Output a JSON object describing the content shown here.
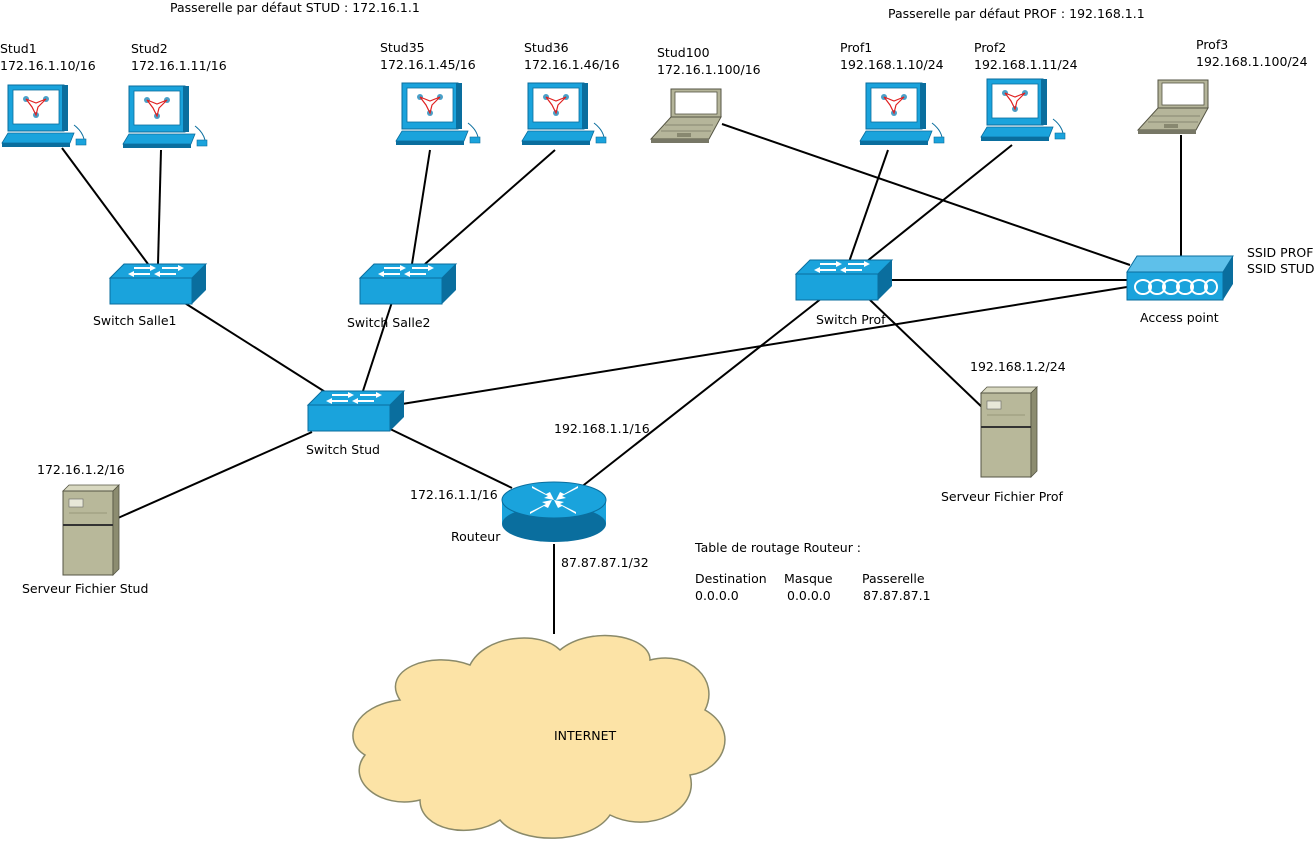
{
  "captions": {
    "gateway_stud": "Passerelle par défaut STUD : 172.16.1.1",
    "gateway_prof": "Passerelle par défaut PROF : 192.168.1.1"
  },
  "hosts": {
    "stud1": {
      "name": "Stud1",
      "ip": "172.16.1.10/16"
    },
    "stud2": {
      "name": "Stud2",
      "ip": "172.16.1.11/16"
    },
    "stud35": {
      "name": "Stud35",
      "ip": "172.16.1.45/16"
    },
    "stud36": {
      "name": "Stud36",
      "ip": "172.16.1.46/16"
    },
    "stud100": {
      "name": "Stud100",
      "ip": "172.16.1.100/16"
    },
    "prof1": {
      "name": "Prof1",
      "ip": "192.168.1.10/24"
    },
    "prof2": {
      "name": "Prof2",
      "ip": "192.168.1.11/24"
    },
    "prof3": {
      "name": "Prof3",
      "ip": "192.168.1.100/24"
    }
  },
  "switches": {
    "salle1": "Switch Salle1",
    "salle2": "Switch Salle2",
    "prof": "Switch Prof",
    "stud": "Switch Stud"
  },
  "access_point": {
    "label": "Access point",
    "ssid_prof": "SSID PROF",
    "ssid_stud": "SSID STUD"
  },
  "servers": {
    "stud": {
      "name": "Serveur Fichier Stud",
      "ip": "172.16.1.2/16"
    },
    "prof": {
      "name": "Serveur Fichier Prof",
      "ip": "192.168.1.2/24"
    }
  },
  "router": {
    "label": "Routeur",
    "ip_stud": "172.16.1.1/16",
    "ip_prof": "192.168.1.1/16",
    "ip_wan": "87.87.87.1/32"
  },
  "routing_table": {
    "title": "Table de routage Routeur :",
    "headers": [
      "Destination",
      "Masque",
      "Passerelle"
    ],
    "row": [
      "0.0.0.0",
      "0.0.0.0",
      "87.87.87.1"
    ]
  },
  "internet_label": "INTERNET",
  "colors": {
    "device_blue": "#1aa3dc",
    "device_dark": "#0a6e9e",
    "server_beige": "#b8b89a",
    "cloud_fill": "#fce3a6",
    "cloud_stroke": "#8a8a6a"
  }
}
